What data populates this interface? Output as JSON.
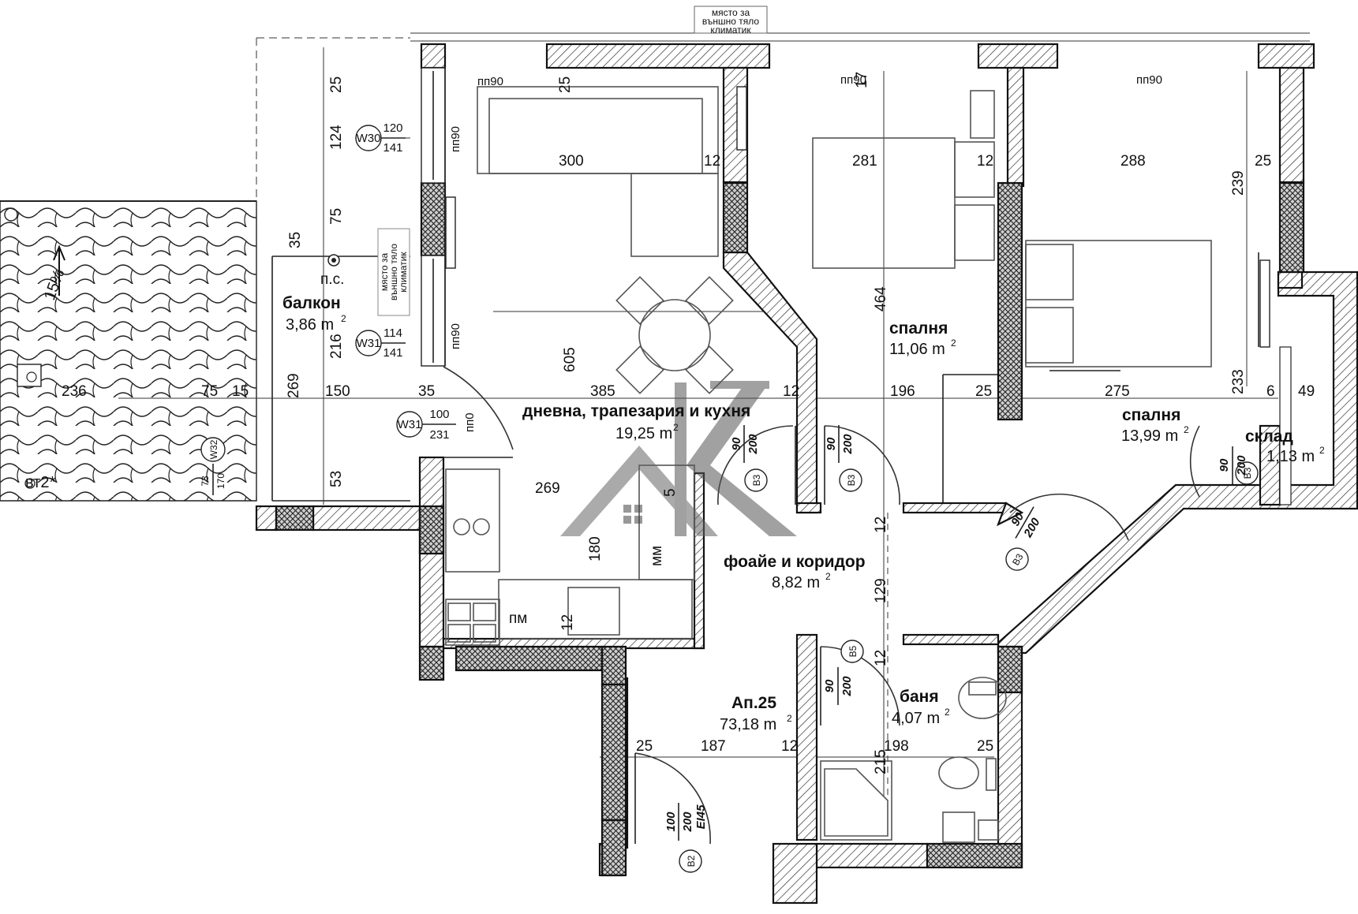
{
  "rooms": {
    "balcony": {
      "name": "балкон",
      "area": "3,86 m",
      "sup": "2"
    },
    "living": {
      "name": "дневна, трапезария и кухня",
      "area": "19,25 m",
      "sup": "2"
    },
    "bedroom1": {
      "name": "спалня",
      "area": "11,06 m",
      "sup": "2"
    },
    "bedroom2": {
      "name": "спалня",
      "area": "13,99 m",
      "sup": "2"
    },
    "storage": {
      "name": "склад",
      "area": "1,13 m",
      "sup": "2"
    },
    "foyer": {
      "name": "фоайе и коридор",
      "area": "8,82 m",
      "sup": "2"
    },
    "bathroom": {
      "name": "баня",
      "area": "4,07 m",
      "sup": "2"
    },
    "apartment": {
      "name": "Ап.25",
      "area": "73,18 m",
      "sup": "2"
    }
  },
  "labels": {
    "ac_top": [
      "място за",
      "външно тяло",
      "климатик"
    ],
    "ac_balcony": [
      "място за",
      "външно тяло",
      "климатик"
    ],
    "pc": "п.с.",
    "slope": "15%",
    "vt": "вт2*",
    "mm": "мм",
    "pm": "пм",
    "pp90": "пп90",
    "pp0": "пп0"
  },
  "windows": [
    {
      "code": "W30",
      "top": "120",
      "bottom": "141",
      "sill": "пп90"
    },
    {
      "code": "W31",
      "top": "114",
      "bottom": "141",
      "sill": "пп90"
    },
    {
      "code": "W31",
      "top": "100",
      "bottom": "231",
      "sill": "пп0"
    },
    {
      "code": "W32",
      "top": "73",
      "bottom": "170"
    }
  ],
  "doors": [
    {
      "code": "B3",
      "top": "90",
      "bottom": "200"
    },
    {
      "code": "B3",
      "top": "90",
      "bottom": "200"
    },
    {
      "code": "B3",
      "top": "90",
      "bottom": "200"
    },
    {
      "code": "B3",
      "top": "90",
      "bottom": "200"
    },
    {
      "code": "B5",
      "top": "90",
      "bottom": "200"
    },
    {
      "code": "B2",
      "top": "100",
      "bottom": "200",
      "note": "EI45"
    }
  ],
  "dimensions": {
    "d25a": "25",
    "d124": "124",
    "d75": "75",
    "d35a": "35",
    "d216": "216",
    "d269a": "269",
    "d53": "53",
    "d236": "236",
    "d75b": "75",
    "d15": "15",
    "d150": "150",
    "d35b": "35",
    "d25b": "25",
    "d300": "300",
    "d12a": "12",
    "d605": "605",
    "d385": "385",
    "d12b": "12",
    "d269b": "269",
    "d180": "180",
    "d5": "5",
    "d12c": "12",
    "d17": "17",
    "d281": "281",
    "d12d": "12",
    "d464": "464",
    "d196": "196",
    "d25c": "25",
    "d288": "288",
    "d25d": "25",
    "d239": "239",
    "d275": "275",
    "d233": "233",
    "d6": "6",
    "d49": "49",
    "d12e": "12",
    "d129": "129",
    "d12f": "12",
    "d25e": "25",
    "d187": "187",
    "d12g": "12",
    "d198": "198",
    "d25f": "25",
    "d215": "215"
  }
}
